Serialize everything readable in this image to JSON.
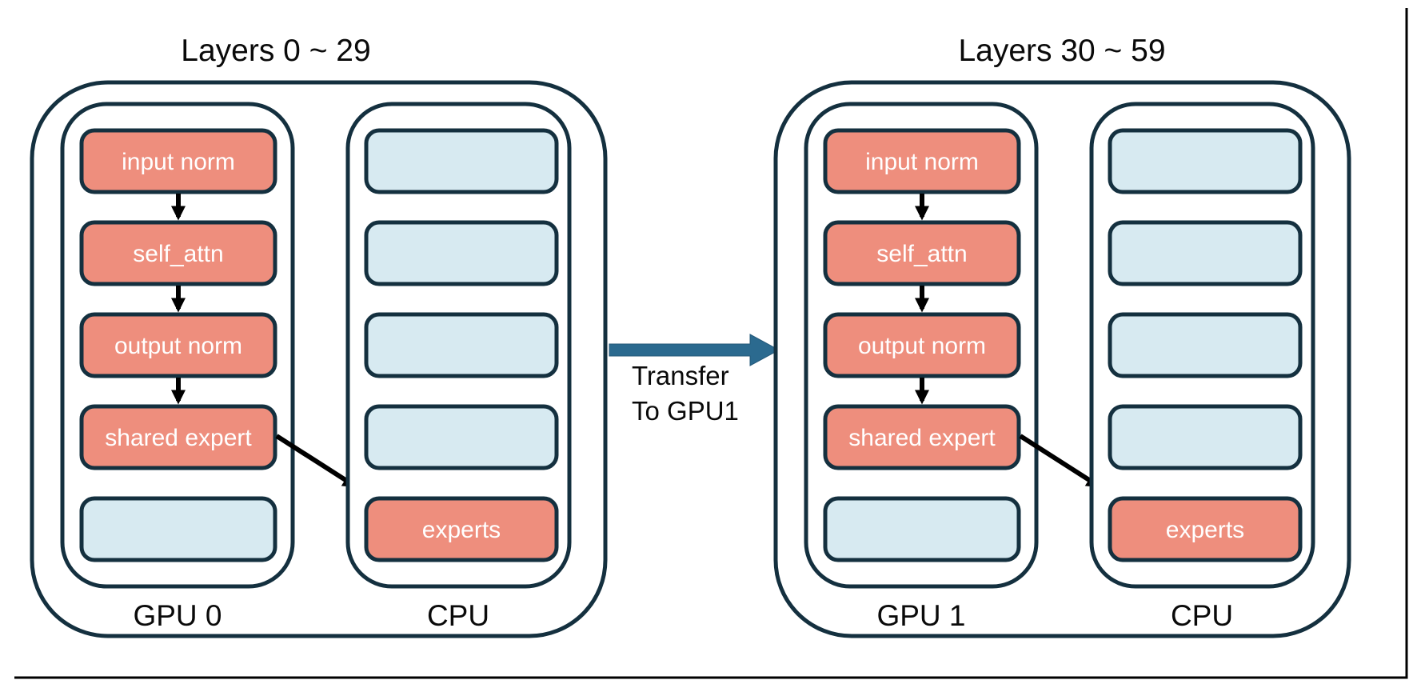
{
  "diagram": {
    "description": "Mixture-of-experts layer placement across two GPUs with CPU-offloaded experts",
    "colors": {
      "background": "#FFFFFF",
      "container_border": "#14303F",
      "active_block_fill": "#EE8E7D",
      "empty_block_fill": "#D7EAF1",
      "block_text": "#FFFFFF",
      "label_text": "#000000",
      "transfer_arrow": "#2B6A8F",
      "flow_arrow": "#000000"
    },
    "groups": [
      {
        "title": "Layers 0 ~ 29",
        "gpu": {
          "label": "GPU 0",
          "box_labels": [
            "input norm",
            "self_attn",
            "output norm",
            "shared expert",
            ""
          ]
        },
        "cpu": {
          "label": "CPU",
          "box_labels": [
            "",
            "",
            "",
            "",
            "experts"
          ]
        }
      },
      {
        "title": "Layers 30 ~ 59",
        "gpu": {
          "label": "GPU 1",
          "box_labels": [
            "input norm",
            "self_attn",
            "output norm",
            "shared expert",
            ""
          ]
        },
        "cpu": {
          "label": "CPU",
          "box_labels": [
            "",
            "",
            "",
            "",
            "experts"
          ]
        }
      }
    ],
    "transfer": {
      "line1": "Transfer",
      "line2": "To GPU1"
    }
  }
}
